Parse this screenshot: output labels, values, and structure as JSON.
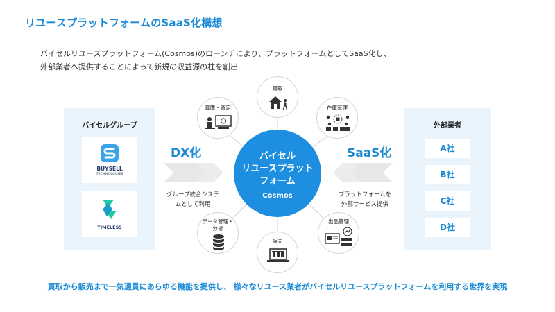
{
  "header": {
    "title": "リユースプラットフォームのSaaS化構想",
    "lead_line1": "バイセルリユースプラットフォーム(Cosmos)のローンチにより、プラットフォームとしてSaaS化し、",
    "lead_line2": "外部業者へ提供することによって新規の収益源の柱を創出"
  },
  "left_panel": {
    "title": "バイセルグループ",
    "logos": [
      {
        "caption": "BUYSELL",
        "sub_caption": "TECHNOLOGIES"
      },
      {
        "caption": "TIMELESS"
      }
    ]
  },
  "right_panel": {
    "title": "外部業者",
    "companies": [
      "A社",
      "B社",
      "C社",
      "D社"
    ]
  },
  "left_flow": {
    "label": "DX化",
    "desc_line1": "グループ統合システ",
    "desc_line2": "ムとして利用"
  },
  "right_flow": {
    "label": "SaaS化",
    "desc_line1": "プラットフォームを",
    "desc_line2": "外部サービス提供"
  },
  "hub": {
    "line1": "バイセル",
    "line2": "リユースプラット",
    "line3": "フォーム",
    "sub": "Cosmos"
  },
  "nodes": {
    "purchase": "買取",
    "inventory": "在庫管理",
    "listing": "出品管理",
    "sales": "販売",
    "data_line1": "データ管理・",
    "data_line2": "分析",
    "appraisal": "真贋・査定"
  },
  "icons": {
    "purchase": "house-person-icon",
    "inventory": "warehouse-network-icon",
    "listing": "listing-dashboard-icon",
    "sales": "laptop-shop-icon",
    "data": "database-icon",
    "appraisal": "appraisal-desk-icon"
  },
  "footer": {
    "text": "買取から販売まで一気通貫にあらゆる機能を提供し、 様々なリユース業者がバイセルリユースプラットフォームを利用する世界を実現"
  },
  "colors": {
    "accent": "#1a8ad6",
    "hub": "#1e8ee0",
    "panel": "#eaf4fc",
    "timeless_green": "#22c9a4"
  }
}
